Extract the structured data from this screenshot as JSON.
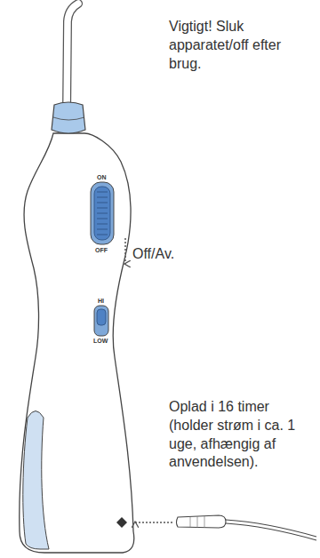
{
  "diagram": {
    "labels": [
      "Vigtigt! Sluk apparatet/off efter brug.",
      "ON",
      "OFF",
      "HI",
      "LOW",
      "Off/Av.",
      "Oplad i 16 timer (holder strøm i ca. 1 uge, afhængig af anvendelsen)."
    ]
  }
}
